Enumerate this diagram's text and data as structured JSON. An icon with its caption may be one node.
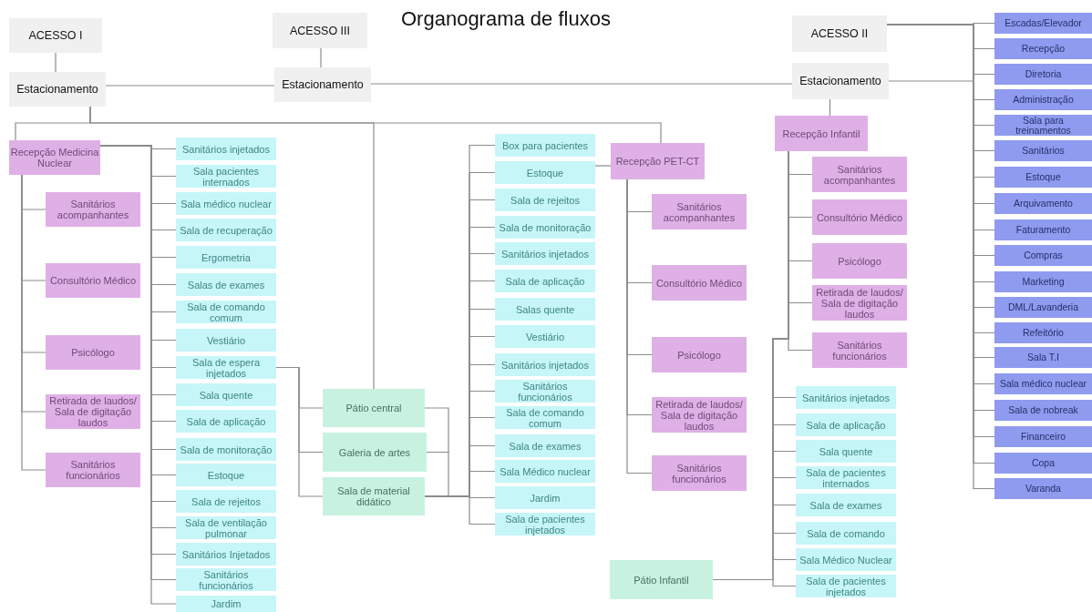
{
  "diagram": {
    "title": "Organograma de fluxos",
    "nodes": [
      {
        "text": [
          "ACESSO I"
        ]
      },
      {
        "text": [
          "Estacionamento"
        ]
      },
      {
        "text": [
          "ACESSO III"
        ]
      },
      {
        "text": [
          "Estacionamento"
        ]
      },
      {
        "text": [
          "ACESSO II"
        ]
      },
      {
        "text": [
          "Estacionamento"
        ]
      },
      {
        "text": [
          "Recepção Medicina Nuclear"
        ]
      },
      {
        "text": [
          "Sanitários acompanhantes"
        ]
      },
      {
        "text": [
          "Consultório Médico"
        ]
      },
      {
        "text": [
          "Psicólogo"
        ]
      },
      {
        "text": [
          "Retirada de laudos/ Sala de digitação laudos"
        ]
      },
      {
        "text": [
          "Sanitários funcionários"
        ]
      },
      {
        "text": [
          "Sanitários injetados"
        ]
      },
      {
        "text": [
          "Sala pacientes internados"
        ]
      },
      {
        "text": [
          "Sala médico nuclear"
        ]
      },
      {
        "text": [
          "Sala de recuperação"
        ]
      },
      {
        "text": [
          "Ergometria"
        ]
      },
      {
        "text": [
          "Salas de exames"
        ]
      },
      {
        "text": [
          "Sala de comando comum"
        ]
      },
      {
        "text": [
          "Vestiário"
        ]
      },
      {
        "text": [
          "Sala de espera injetados"
        ]
      },
      {
        "text": [
          "Sala quente"
        ]
      },
      {
        "text": [
          "Sala de aplicação"
        ]
      },
      {
        "text": [
          "Sala de monitoração"
        ]
      },
      {
        "text": [
          "Estoque"
        ]
      },
      {
        "text": [
          "Sala de rejeitos"
        ]
      },
      {
        "text": [
          "Sala de ventilação pulmonar"
        ]
      },
      {
        "text": [
          "Sanitários Injetados"
        ]
      },
      {
        "text": [
          "Sanitários funcionários"
        ]
      },
      {
        "text": [
          "Jardim"
        ]
      },
      {
        "text": [
          "Pátio central"
        ]
      },
      {
        "text": [
          "Galeria de artes"
        ]
      },
      {
        "text": [
          "Sala de material didático"
        ]
      },
      {
        "text": [
          "Box para pacientes"
        ]
      },
      {
        "text": [
          "Estoque"
        ]
      },
      {
        "text": [
          "Sala de rejeitos"
        ]
      },
      {
        "text": [
          "Sala de monitoração"
        ]
      },
      {
        "text": [
          "Sanitários injetados"
        ]
      },
      {
        "text": [
          "Sala de aplicação"
        ]
      },
      {
        "text": [
          "Salas quente"
        ]
      },
      {
        "text": [
          "Vestiário"
        ]
      },
      {
        "text": [
          "Sanitários injetados"
        ]
      },
      {
        "text": [
          "Sanitários funcionários"
        ]
      },
      {
        "text": [
          "Sala de comando comum"
        ]
      },
      {
        "text": [
          "Sala de exames"
        ]
      },
      {
        "text": [
          "Sala Médico nuclear"
        ]
      },
      {
        "text": [
          "Jardim"
        ]
      },
      {
        "text": [
          "Sala de pacientes injetados"
        ]
      },
      {
        "text": [
          "Recepção PET-CT"
        ]
      },
      {
        "text": [
          "Sanitários acompanhantes"
        ]
      },
      {
        "text": [
          "Consultório Médico"
        ]
      },
      {
        "text": [
          "Psicólogo"
        ]
      },
      {
        "text": [
          "Retirada de laudos/ Sala de digitação laudos"
        ]
      },
      {
        "text": [
          "Sanitários funcionários"
        ]
      },
      {
        "text": [
          "Recepção Infantil"
        ]
      },
      {
        "text": [
          "Sanitários acompanhantes"
        ]
      },
      {
        "text": [
          "Consultório Médico"
        ]
      },
      {
        "text": [
          "Psicólogo"
        ]
      },
      {
        "text": [
          "Retirada de laudos/ Sala de digitação laudos"
        ]
      },
      {
        "text": [
          "Sanitários funcionários"
        ]
      },
      {
        "text": [
          "Sanitários injetados"
        ]
      },
      {
        "text": [
          "Sala de aplicação"
        ]
      },
      {
        "text": [
          "Sala quente"
        ]
      },
      {
        "text": [
          "Sala de pacientes internados"
        ]
      },
      {
        "text": [
          "Sala de exames"
        ]
      },
      {
        "text": [
          "Sala de comando"
        ]
      },
      {
        "text": [
          "Sala Médico Nuclear"
        ]
      },
      {
        "text": [
          "Sala de pacientes injetados"
        ]
      },
      {
        "text": [
          "Pátio Infantil"
        ]
      },
      {
        "text": [
          "Escadas/Elevador"
        ]
      },
      {
        "text": [
          "Recepção"
        ]
      },
      {
        "text": [
          "Diretoria"
        ]
      },
      {
        "text": [
          "Administração"
        ]
      },
      {
        "text": [
          "Sala para treinamentos"
        ]
      },
      {
        "text": [
          "Sanitários"
        ]
      },
      {
        "text": [
          "Estoque"
        ]
      },
      {
        "text": [
          "Arquivamento"
        ]
      },
      {
        "text": [
          "Faturamento"
        ]
      },
      {
        "text": [
          "Compras"
        ]
      },
      {
        "text": [
          "Marketing"
        ]
      },
      {
        "text": [
          "DML/Lavanderia"
        ]
      },
      {
        "text": [
          "Refeitório"
        ]
      },
      {
        "text": [
          "Sala T.I"
        ]
      },
      {
        "text": [
          "Sala médico nuclear"
        ]
      },
      {
        "text": [
          "Sala de nobreak"
        ]
      },
      {
        "text": [
          "Financeiro"
        ]
      },
      {
        "text": [
          "Copa"
        ]
      },
      {
        "text": [
          "Varanda"
        ]
      }
    ],
    "edges": [
      {
        "from": 0,
        "to": 1,
        "arrow": "none"
      },
      {
        "from": 2,
        "to": 3,
        "arrow": "none"
      },
      {
        "from": 4,
        "to": 5,
        "arrow": "none"
      },
      {
        "from": 1,
        "to": 3,
        "arrow": "none"
      },
      {
        "from": 3,
        "to": 5,
        "arrow": "none"
      },
      {
        "from": 1,
        "to": 6,
        "arrow": "none"
      },
      {
        "from": 1,
        "to": 30,
        "arrow": "none"
      },
      {
        "from": 1,
        "to": 48,
        "arrow": "none"
      },
      {
        "from": 6,
        "to": 7,
        "arrow": "none"
      },
      {
        "from": 6,
        "to": 8,
        "arrow": "none"
      },
      {
        "from": 6,
        "to": 9,
        "arrow": "none"
      },
      {
        "from": 6,
        "to": 10,
        "arrow": "none"
      },
      {
        "from": 6,
        "to": 11,
        "arrow": "none"
      },
      {
        "from": 6,
        "to": 12,
        "arrow": "none"
      },
      {
        "from": 6,
        "to": 13,
        "arrow": "none"
      },
      {
        "from": 6,
        "to": 14,
        "arrow": "none"
      },
      {
        "from": 6,
        "to": 15,
        "arrow": "none"
      },
      {
        "from": 6,
        "to": 16,
        "arrow": "none"
      },
      {
        "from": 6,
        "to": 17,
        "arrow": "none"
      },
      {
        "from": 6,
        "to": 18,
        "arrow": "none"
      },
      {
        "from": 6,
        "to": 19,
        "arrow": "none"
      },
      {
        "from": 6,
        "to": 20,
        "arrow": "none"
      },
      {
        "from": 6,
        "to": 21,
        "arrow": "none"
      },
      {
        "from": 6,
        "to": 22,
        "arrow": "none"
      },
      {
        "from": 6,
        "to": 23,
        "arrow": "none"
      },
      {
        "from": 6,
        "to": 24,
        "arrow": "none"
      },
      {
        "from": 6,
        "to": 25,
        "arrow": "none"
      },
      {
        "from": 6,
        "to": 26,
        "arrow": "none"
      },
      {
        "from": 6,
        "to": 27,
        "arrow": "none"
      },
      {
        "from": 6,
        "to": 28,
        "arrow": "none"
      },
      {
        "from": 6,
        "to": 29,
        "arrow": "none"
      },
      {
        "from": 20,
        "to": 30,
        "arrow": "none"
      },
      {
        "from": 20,
        "to": 31,
        "arrow": "none"
      },
      {
        "from": 20,
        "to": 32,
        "arrow": "none"
      },
      {
        "from": 30,
        "to": 31,
        "arrow": "none"
      },
      {
        "from": 31,
        "to": 32,
        "arrow": "none"
      },
      {
        "from": 32,
        "to": 33,
        "arrow": "none"
      },
      {
        "from": 32,
        "to": 34,
        "arrow": "none"
      },
      {
        "from": 32,
        "to": 35,
        "arrow": "none"
      },
      {
        "from": 32,
        "to": 36,
        "arrow": "none"
      },
      {
        "from": 32,
        "to": 37,
        "arrow": "none"
      },
      {
        "from": 32,
        "to": 38,
        "arrow": "none"
      },
      {
        "from": 32,
        "to": 39,
        "arrow": "none"
      },
      {
        "from": 32,
        "to": 40,
        "arrow": "none"
      },
      {
        "from": 32,
        "to": 41,
        "arrow": "none"
      },
      {
        "from": 32,
        "to": 42,
        "arrow": "none"
      },
      {
        "from": 32,
        "to": 43,
        "arrow": "none"
      },
      {
        "from": 32,
        "to": 44,
        "arrow": "none"
      },
      {
        "from": 32,
        "to": 45,
        "arrow": "none"
      },
      {
        "from": 32,
        "to": 46,
        "arrow": "none"
      },
      {
        "from": 32,
        "to": 47,
        "arrow": "none"
      },
      {
        "from": 34,
        "to": 48,
        "arrow": "none"
      },
      {
        "from": 48,
        "to": 49,
        "arrow": "none"
      },
      {
        "from": 48,
        "to": 50,
        "arrow": "none"
      },
      {
        "from": 48,
        "to": 51,
        "arrow": "none"
      },
      {
        "from": 48,
        "to": 52,
        "arrow": "none"
      },
      {
        "from": 48,
        "to": 53,
        "arrow": "none"
      },
      {
        "from": 5,
        "to": 54,
        "arrow": "none"
      },
      {
        "from": 54,
        "to": 55,
        "arrow": "none"
      },
      {
        "from": 54,
        "to": 56,
        "arrow": "none"
      },
      {
        "from": 54,
        "to": 57,
        "arrow": "none"
      },
      {
        "from": 54,
        "to": 58,
        "arrow": "none"
      },
      {
        "from": 54,
        "to": 59,
        "arrow": "none"
      },
      {
        "from": 54,
        "to": 60,
        "arrow": "none"
      },
      {
        "from": 54,
        "to": 61,
        "arrow": "none"
      },
      {
        "from": 54,
        "to": 62,
        "arrow": "none"
      },
      {
        "from": 54,
        "to": 63,
        "arrow": "none"
      },
      {
        "from": 54,
        "to": 64,
        "arrow": "none"
      },
      {
        "from": 54,
        "to": 65,
        "arrow": "none"
      },
      {
        "from": 54,
        "to": 66,
        "arrow": "none"
      },
      {
        "from": 54,
        "to": 67,
        "arrow": "none"
      },
      {
        "from": 54,
        "to": 68,
        "arrow": "none"
      },
      {
        "from": 4,
        "to": 69,
        "arrow": "none"
      },
      {
        "from": 4,
        "to": 70,
        "arrow": "none"
      },
      {
        "from": 4,
        "to": 71,
        "arrow": "none"
      },
      {
        "from": 4,
        "to": 72,
        "arrow": "none"
      },
      {
        "from": 4,
        "to": 73,
        "arrow": "none"
      },
      {
        "from": 4,
        "to": 74,
        "arrow": "none"
      },
      {
        "from": 4,
        "to": 75,
        "arrow": "none"
      },
      {
        "from": 4,
        "to": 76,
        "arrow": "none"
      },
      {
        "from": 4,
        "to": 77,
        "arrow": "none"
      },
      {
        "from": 4,
        "to": 78,
        "arrow": "none"
      },
      {
        "from": 4,
        "to": 79,
        "arrow": "none"
      },
      {
        "from": 4,
        "to": 80,
        "arrow": "none"
      },
      {
        "from": 4,
        "to": 81,
        "arrow": "none"
      },
      {
        "from": 4,
        "to": 82,
        "arrow": "none"
      },
      {
        "from": 4,
        "to": 83,
        "arrow": "none"
      },
      {
        "from": 4,
        "to": 84,
        "arrow": "none"
      },
      {
        "from": 4,
        "to": 85,
        "arrow": "none"
      },
      {
        "from": 4,
        "to": 86,
        "arrow": "none"
      },
      {
        "from": 4,
        "to": 87,
        "arrow": "none"
      }
    ]
  }
}
